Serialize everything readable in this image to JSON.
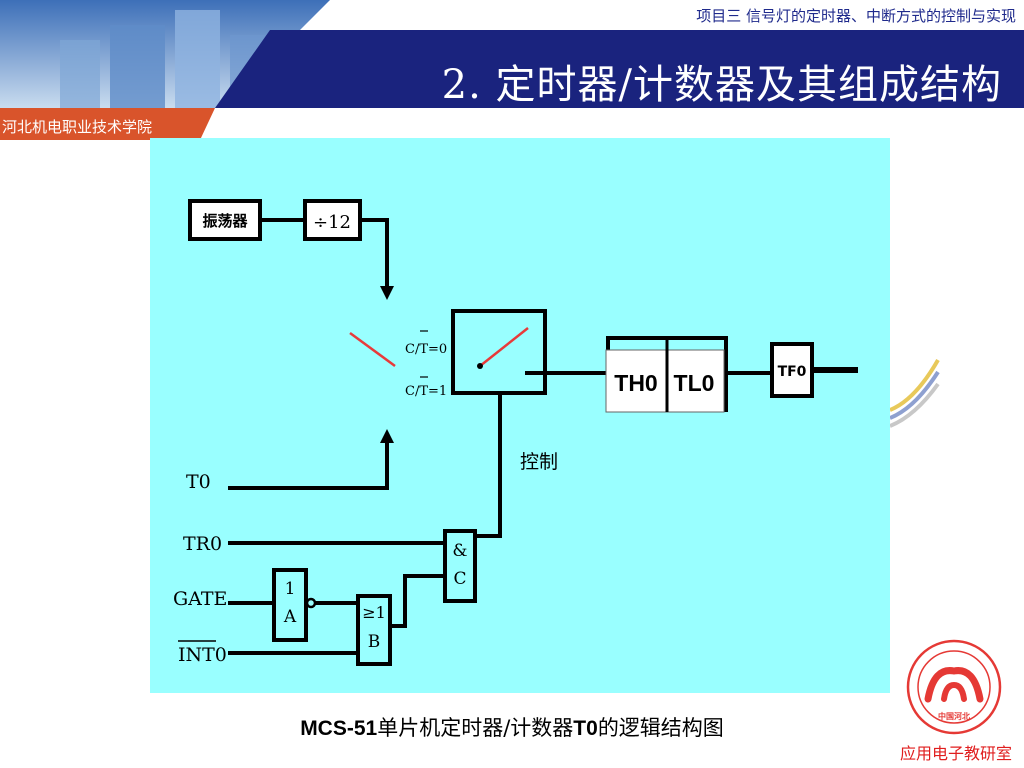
{
  "header": {
    "course_title": "项目三  信号灯的定时器、中断方式的控制与实现",
    "slide_title": "2.  定时器/计数器及其组成结构",
    "school": "河北机电职业技术学院"
  },
  "diagram": {
    "oscillator": "振荡器",
    "divider": "÷12",
    "switch_label_top": "C/T=0",
    "switch_label_bottom": "C/T=1",
    "th0": "TH0",
    "tl0": "TL0",
    "tf0": "TF0",
    "control": "控制",
    "t0": "T0",
    "tr0": "TR0",
    "gate": "GATE",
    "int0": "INT0",
    "gate_a_top": "1",
    "gate_a_bottom": "A",
    "gate_b_top": "≥1",
    "gate_b_bottom": "B",
    "gate_c_top": "&",
    "gate_c_bottom": "C"
  },
  "caption": {
    "part1": "MCS-51",
    "part2": "单片机定时器/计数器",
    "part3": "T0",
    "part4": "的逻辑结构图"
  },
  "footer": {
    "department": "应用电子教研室",
    "seal_text": "中国河北"
  },
  "colors": {
    "banner_blue": "#1a237e",
    "accent_orange": "#d9542b",
    "diagram_bg": "#99ffff",
    "switch_red": "#e83a3a"
  }
}
